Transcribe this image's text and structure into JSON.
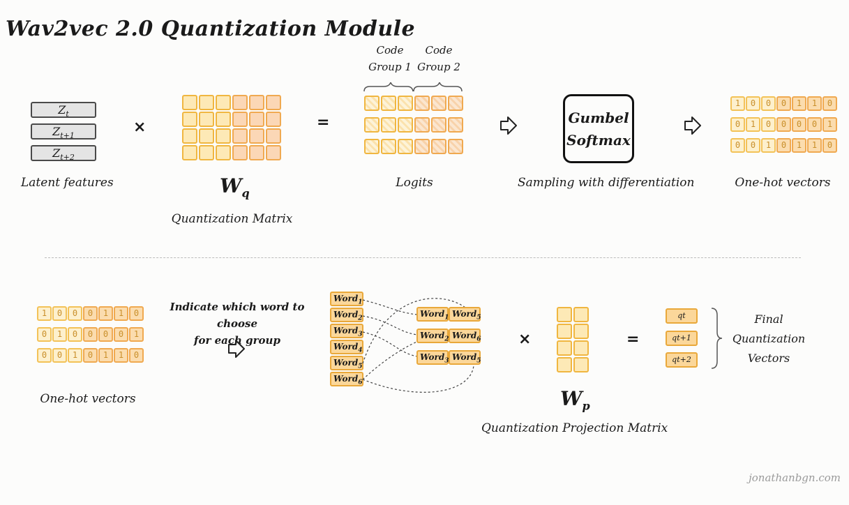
{
  "title": "Wav2vec 2.0 Quantization Module",
  "top": {
    "latent": {
      "items": [
        "Z",
        "Z",
        "Z"
      ],
      "subs": [
        "t",
        "t+1",
        "t+2"
      ],
      "caption": "Latent features"
    },
    "multiply_op": "×",
    "equals_op": "=",
    "wq": {
      "symbol": "W",
      "sub": "q",
      "caption": "Quantization Matrix"
    },
    "code_group1": {
      "line1": "Code",
      "line2": "Group 1"
    },
    "code_group2": {
      "line1": "Code",
      "line2": "Group 2"
    },
    "logits_caption": "Logits",
    "gumbel": {
      "line1": "Gumbel",
      "line2": "Softmax",
      "caption": "Sampling with differentiation"
    },
    "onehot_caption": "One-hot vectors",
    "onehot_rows": [
      [
        "1",
        "0",
        "0",
        "0",
        "1",
        "1",
        "0"
      ],
      [
        "0",
        "1",
        "0",
        "0",
        "0",
        "0",
        "1"
      ],
      [
        "0",
        "0",
        "1",
        "0",
        "1",
        "1",
        "0"
      ]
    ]
  },
  "bottom": {
    "onehot_caption": "One-hot vectors",
    "onehot_rows": [
      [
        "1",
        "0",
        "0",
        "0",
        "1",
        "1",
        "0"
      ],
      [
        "0",
        "1",
        "0",
        "0",
        "0",
        "0",
        "1"
      ],
      [
        "0",
        "0",
        "1",
        "0",
        "1",
        "1",
        "0"
      ]
    ],
    "indicate": {
      "line1": "Indicate which word to choose",
      "line2": "for each group"
    },
    "words": [
      {
        "base": "Word",
        "sub": "1"
      },
      {
        "base": "Word",
        "sub": "2"
      },
      {
        "base": "Word",
        "sub": "3"
      },
      {
        "base": "Word",
        "sub": "4"
      },
      {
        "base": "Word",
        "sub": "5"
      },
      {
        "base": "Word",
        "sub": "6"
      }
    ],
    "selected": [
      [
        {
          "base": "Word",
          "sub": "1"
        },
        {
          "base": "Word",
          "sub": "5"
        }
      ],
      [
        {
          "base": "Word",
          "sub": "2"
        },
        {
          "base": "Word",
          "sub": "6"
        }
      ],
      [
        {
          "base": "Word",
          "sub": "3"
        },
        {
          "base": "Word",
          "sub": "5"
        }
      ]
    ],
    "multiply_op": "×",
    "equals_op": "=",
    "wp": {
      "symbol": "W",
      "sub": "p",
      "caption": "Quantization Projection Matrix"
    },
    "qvectors": [
      "qt",
      "qt+1",
      "qt+2"
    ],
    "final": {
      "line1": "Final",
      "line2": "Quantization",
      "line3": "Vectors"
    }
  },
  "credit": "jonathanbgn.com"
}
